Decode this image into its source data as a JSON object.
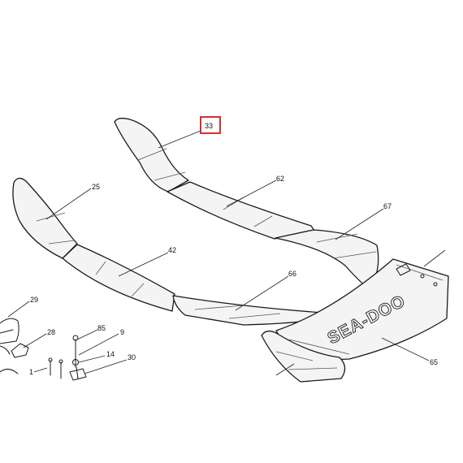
{
  "diagram": {
    "callouts": {
      "c33": "33",
      "c25": "25",
      "c62": "62",
      "c67": "67",
      "c42": "42",
      "c66": "66",
      "c29": "29",
      "c28": "28",
      "c85": "85",
      "c9": "9",
      "c14": "14",
      "c30": "30",
      "c1": "1",
      "c65": "65"
    },
    "highlighted_callout": "33",
    "highlight_color": "#d32f2f",
    "logo_text": "SEA-DOO"
  }
}
